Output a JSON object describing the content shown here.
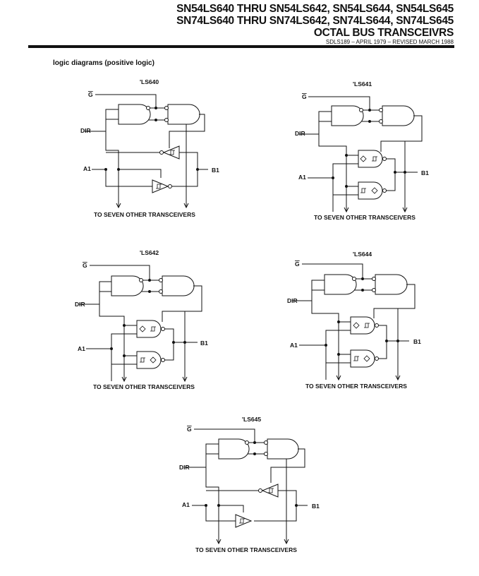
{
  "header": {
    "line1": "SN54LS640 THRU SN54LS642, SN54LS644, SN54LS645",
    "line2": "SN74LS640 THRU SN74LS642, SN74LS644, SN74LS645",
    "line3": "OCTAL BUS TRANSCEIVRS",
    "doc_ref": "SDLS189 – APRIL 1979 – REVISED MARCH 1988"
  },
  "section_title": "logic diagrams (positive logic)",
  "diagrams": [
    {
      "title": "'LS640",
      "g_label": "G",
      "dir_label": "DIR",
      "a_label": "A1",
      "b_label": "B1",
      "footer": "TO SEVEN OTHER TRANSCEIVERS"
    },
    {
      "title": "'LS641",
      "g_label": "G",
      "dir_label": "DIR",
      "a_label": "A1",
      "b_label": "B1",
      "footer": "TO SEVEN OTHER TRANSCEIVERS"
    },
    {
      "title": "'LS642",
      "g_label": "G",
      "dir_label": "DIR",
      "a_label": "A1",
      "b_label": "B1",
      "footer": "TO SEVEN OTHER TRANSCEIVERS"
    },
    {
      "title": "'LS644",
      "g_label": "G",
      "dir_label": "DIR",
      "a_label": "A1",
      "b_label": "B1",
      "footer": "TO SEVEN OTHER TRANSCEIVERS"
    },
    {
      "title": "'LS645",
      "g_label": "G",
      "dir_label": "DIR",
      "a_label": "A1",
      "b_label": "B1",
      "footer": "TO SEVEN OTHER TRANSCEIVERS"
    }
  ]
}
